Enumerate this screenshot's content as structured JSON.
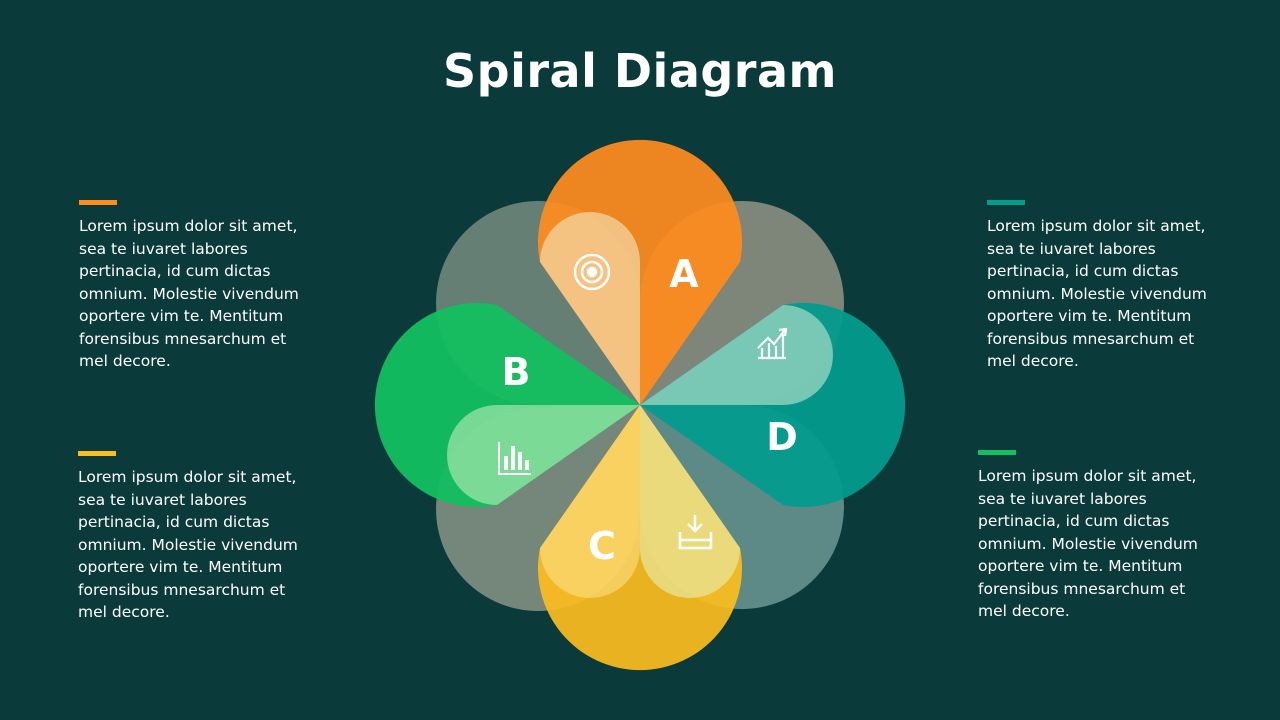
{
  "title": "Spiral Diagram",
  "colors": {
    "background": "#0a3a3a",
    "orange": "#ff8c1e",
    "green": "#13bf5f",
    "yellow": "#fdbd1e",
    "teal": "#039b8c",
    "grey": "#8a9a8a"
  },
  "segments": [
    {
      "label": "A",
      "icon": "target-icon"
    },
    {
      "label": "B",
      "icon": "bar-chart-icon"
    },
    {
      "label": "C",
      "icon": "download-icon"
    },
    {
      "label": "D",
      "icon": "growth-chart-icon"
    }
  ],
  "text_blocks": [
    {
      "body": "Lorem ipsum dolor sit amet, sea te iuvaret labores pertinacia, id cum dictas omnium. Molestie vivendum oportere vim te. Mentitum forensibus mnesarchum et mel decore."
    },
    {
      "body": "Lorem ipsum dolor sit amet, sea te iuvaret labores pertinacia, id cum dictas omnium. Molestie vivendum oportere vim te. Mentitum forensibus mnesarchum et mel decore."
    },
    {
      "body": "Lorem ipsum dolor sit amet, sea te iuvaret labores pertinacia, id cum dictas omnium. Molestie vivendum oportere vim te. Mentitum forensibus mnesarchum et mel decore."
    },
    {
      "body": "Lorem ipsum dolor sit amet, sea te iuvaret labores pertinacia, id cum dictas omnium. Molestie vivendum oportere vim te. Mentitum forensibus mnesarchum et mel decore."
    }
  ]
}
